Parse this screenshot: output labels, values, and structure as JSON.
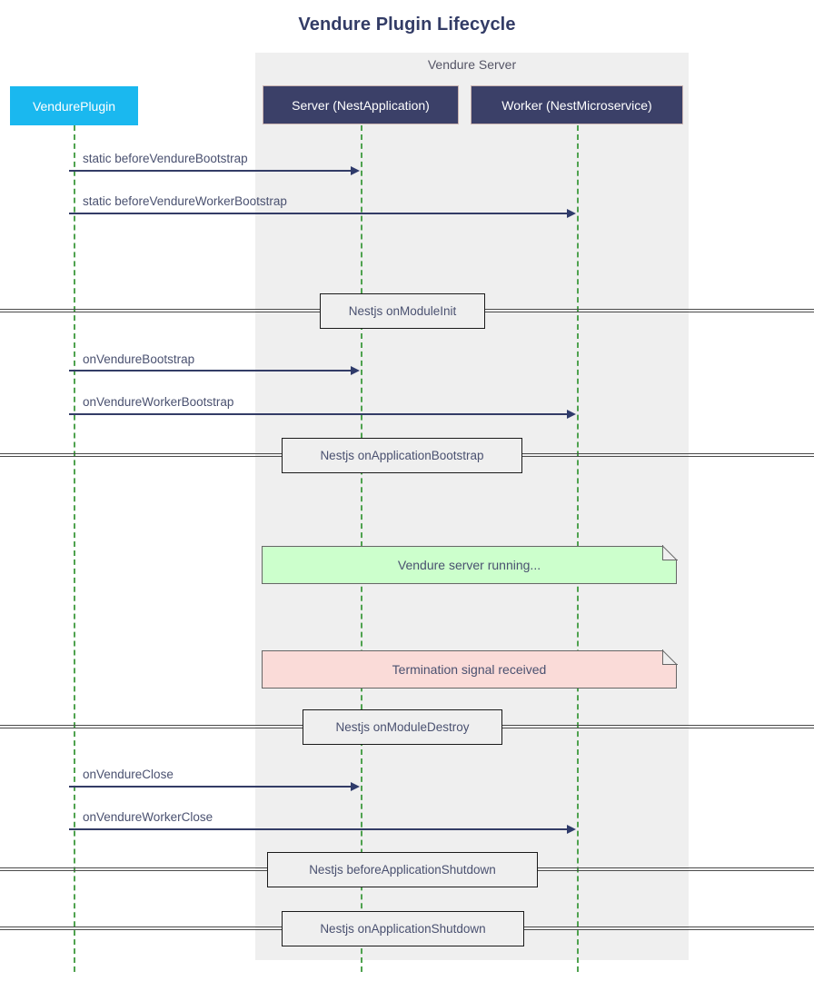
{
  "title": "Vendure Plugin Lifecycle",
  "colors": {
    "plugin_fill": "#1ab8ef",
    "server_fill": "#3b4068",
    "group_fill": "#efefef",
    "lifeline": "#4fa24f",
    "arrow": "#333c66",
    "note_green": "#ccffcc",
    "note_red": "#fadbd8",
    "text": "#4a5170"
  },
  "group": {
    "label": "Vendure Server"
  },
  "participants": [
    {
      "id": "plugin",
      "label": "VendurePlugin"
    },
    {
      "id": "server",
      "label": "Server (NestApplication)"
    },
    {
      "id": "worker",
      "label": "Worker (NestMicroservice)"
    }
  ],
  "messages": [
    {
      "label": "static beforeVendureBootstrap",
      "from": "plugin",
      "to": "server"
    },
    {
      "label": "static beforeVendureWorkerBootstrap",
      "from": "plugin",
      "to": "worker"
    },
    {
      "label": "onVendureBootstrap",
      "from": "plugin",
      "to": "server"
    },
    {
      "label": "onVendureWorkerBootstrap",
      "from": "plugin",
      "to": "worker"
    },
    {
      "label": "onVendureClose",
      "from": "plugin",
      "to": "server"
    },
    {
      "label": "onVendureWorkerClose",
      "from": "plugin",
      "to": "worker"
    }
  ],
  "dividers": [
    {
      "label": "Nestjs onModuleInit"
    },
    {
      "label": "Nestjs onApplicationBootstrap"
    },
    {
      "label": "Nestjs onModuleDestroy"
    },
    {
      "label": "Nestjs beforeApplicationShutdown"
    },
    {
      "label": "Nestjs onApplicationShutdown"
    }
  ],
  "notes": [
    {
      "label": "Vendure server running...",
      "kind": "green"
    },
    {
      "label": "Termination signal received",
      "kind": "red"
    }
  ]
}
